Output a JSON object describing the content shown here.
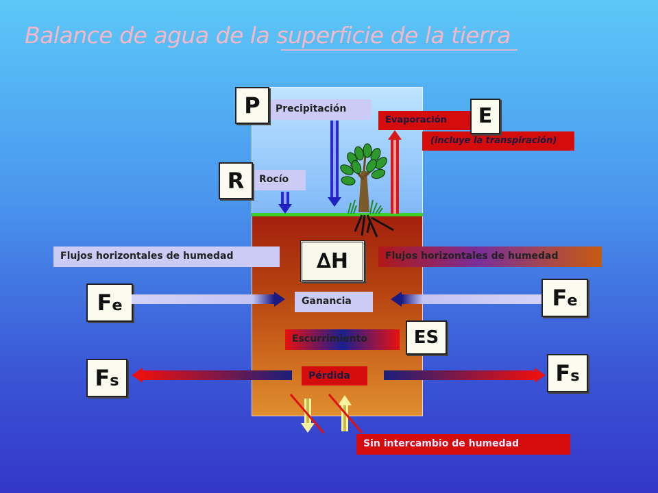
{
  "title": "Balance de agua de la superficie de la tierra",
  "boxes": {
    "P": "P",
    "R": "R",
    "E": "E",
    "dH": "∆H",
    "ES": "ES",
    "Fe_main": "F",
    "Fe_sub": "e",
    "Fs_main": "F",
    "Fs_sub": "s"
  },
  "labels": {
    "precipitacion": "Precipitación",
    "rocio": "Rocío",
    "evaporacion": "Evaporación",
    "transpiracion": "(incluye la transpiración)",
    "flujos_left": "Flujos horizontales de humedad",
    "flujos_right": "Flujos horizontales de humedad",
    "ganancia": "Ganancia",
    "escurrimiento": "Escurrimiento",
    "perdida": "Pérdida",
    "sin_intercambio": "Sin intercambio de humedad"
  },
  "colors": {
    "title": "#f6b8c8",
    "label_light": "#cbcbf6",
    "label_red": "#d40c0c",
    "grass": "#3fcf2a"
  }
}
